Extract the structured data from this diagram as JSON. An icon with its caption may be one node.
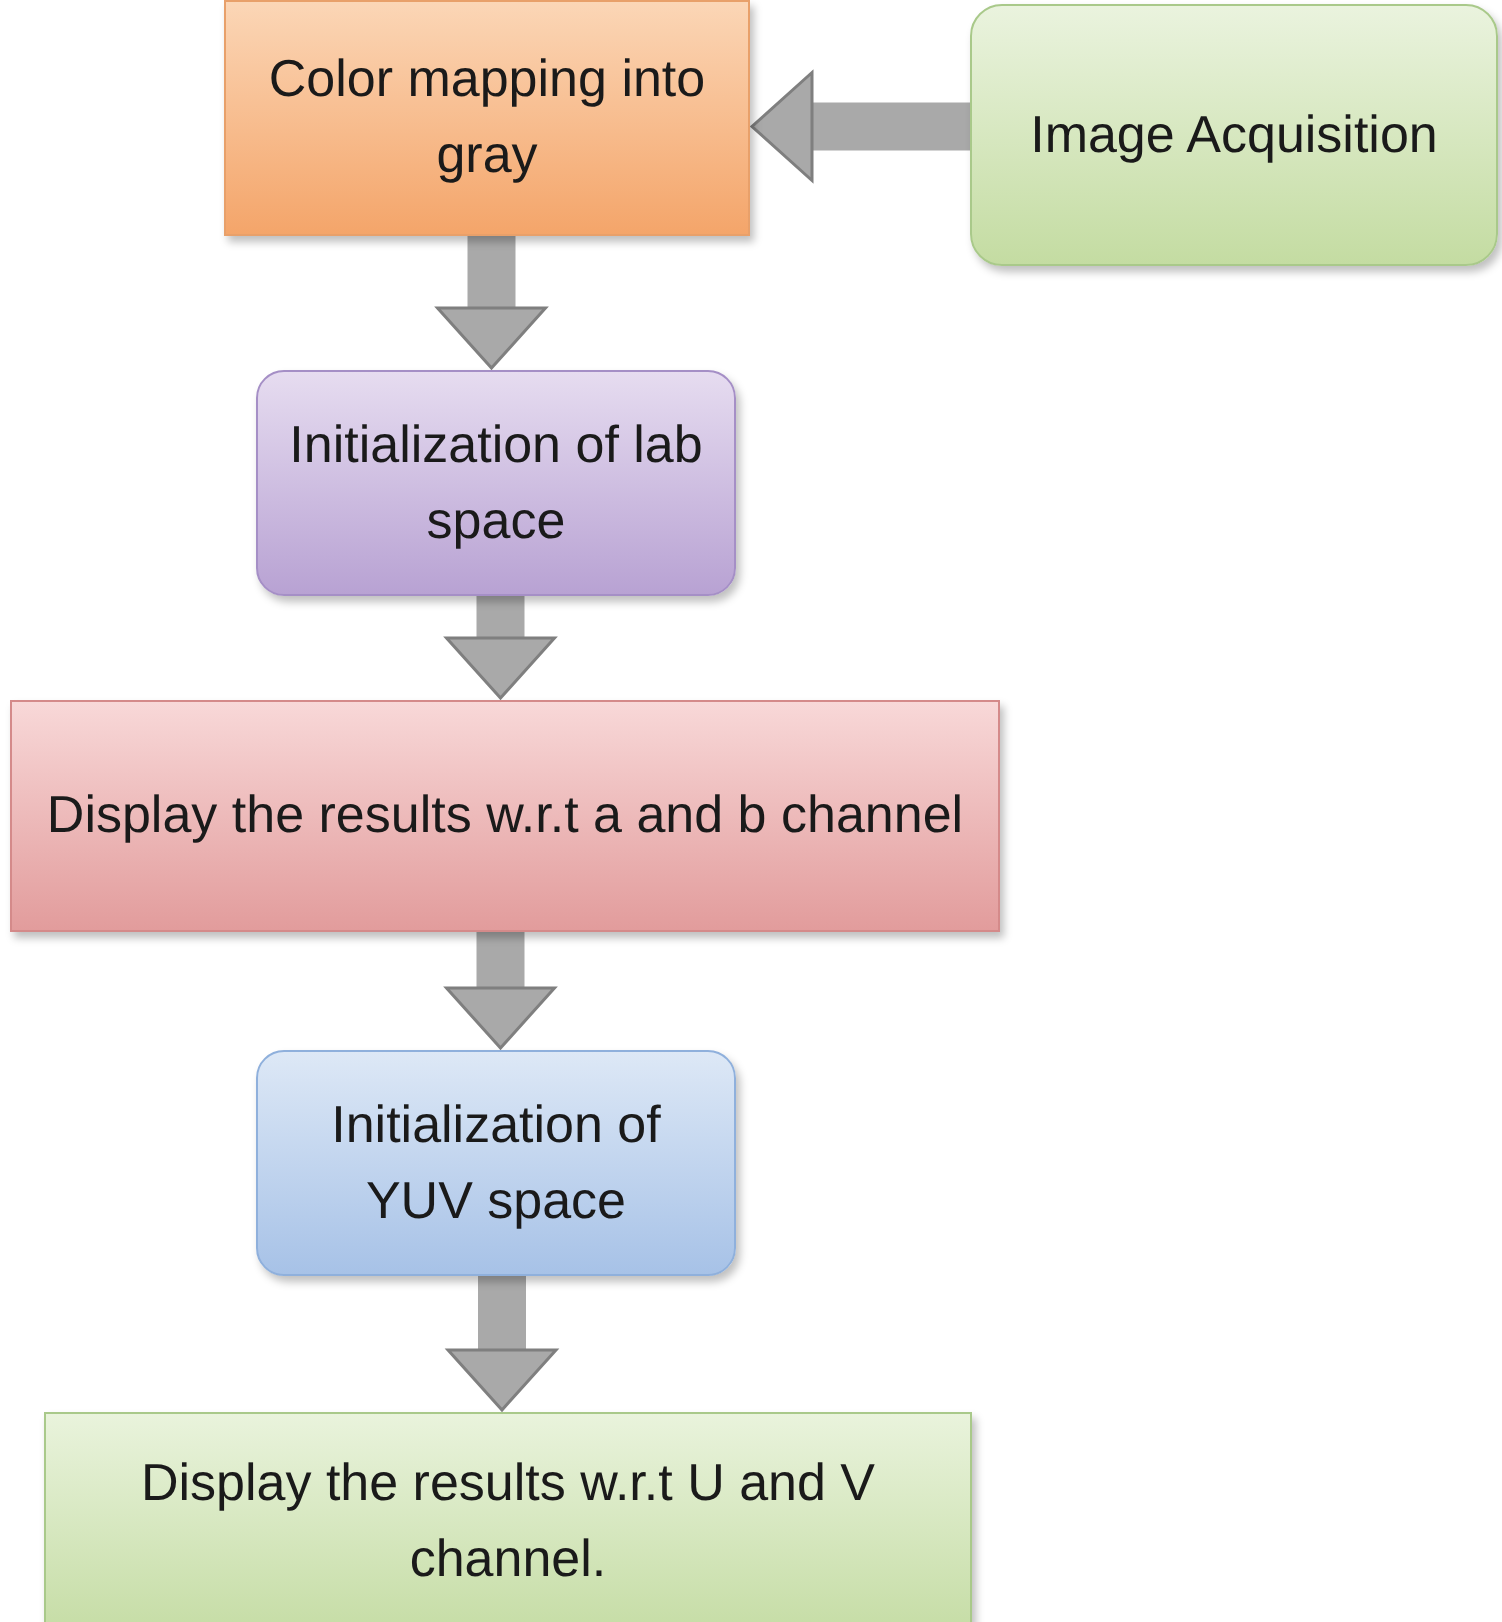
{
  "diagram": {
    "nodes": [
      {
        "text": [
          "Color mapping into gray"
        ]
      },
      {
        "text": [
          "Image Acquisition"
        ]
      },
      {
        "text": [
          "Initialization of lab space"
        ]
      },
      {
        "text": [
          "Display the results w.r.t a and b channel"
        ]
      },
      {
        "text": [
          "Initialization of YUV space"
        ]
      },
      {
        "text": [
          "Display the results w.r.t U and V channel."
        ]
      }
    ],
    "edges": [
      {
        "from": 1,
        "to": 0,
        "arrow": "to"
      },
      {
        "from": 0,
        "to": 2,
        "arrow": "to"
      },
      {
        "from": 2,
        "to": 3,
        "arrow": "to"
      },
      {
        "from": 3,
        "to": 4,
        "arrow": "to"
      },
      {
        "from": 4,
        "to": 5,
        "arrow": "to"
      }
    ]
  }
}
